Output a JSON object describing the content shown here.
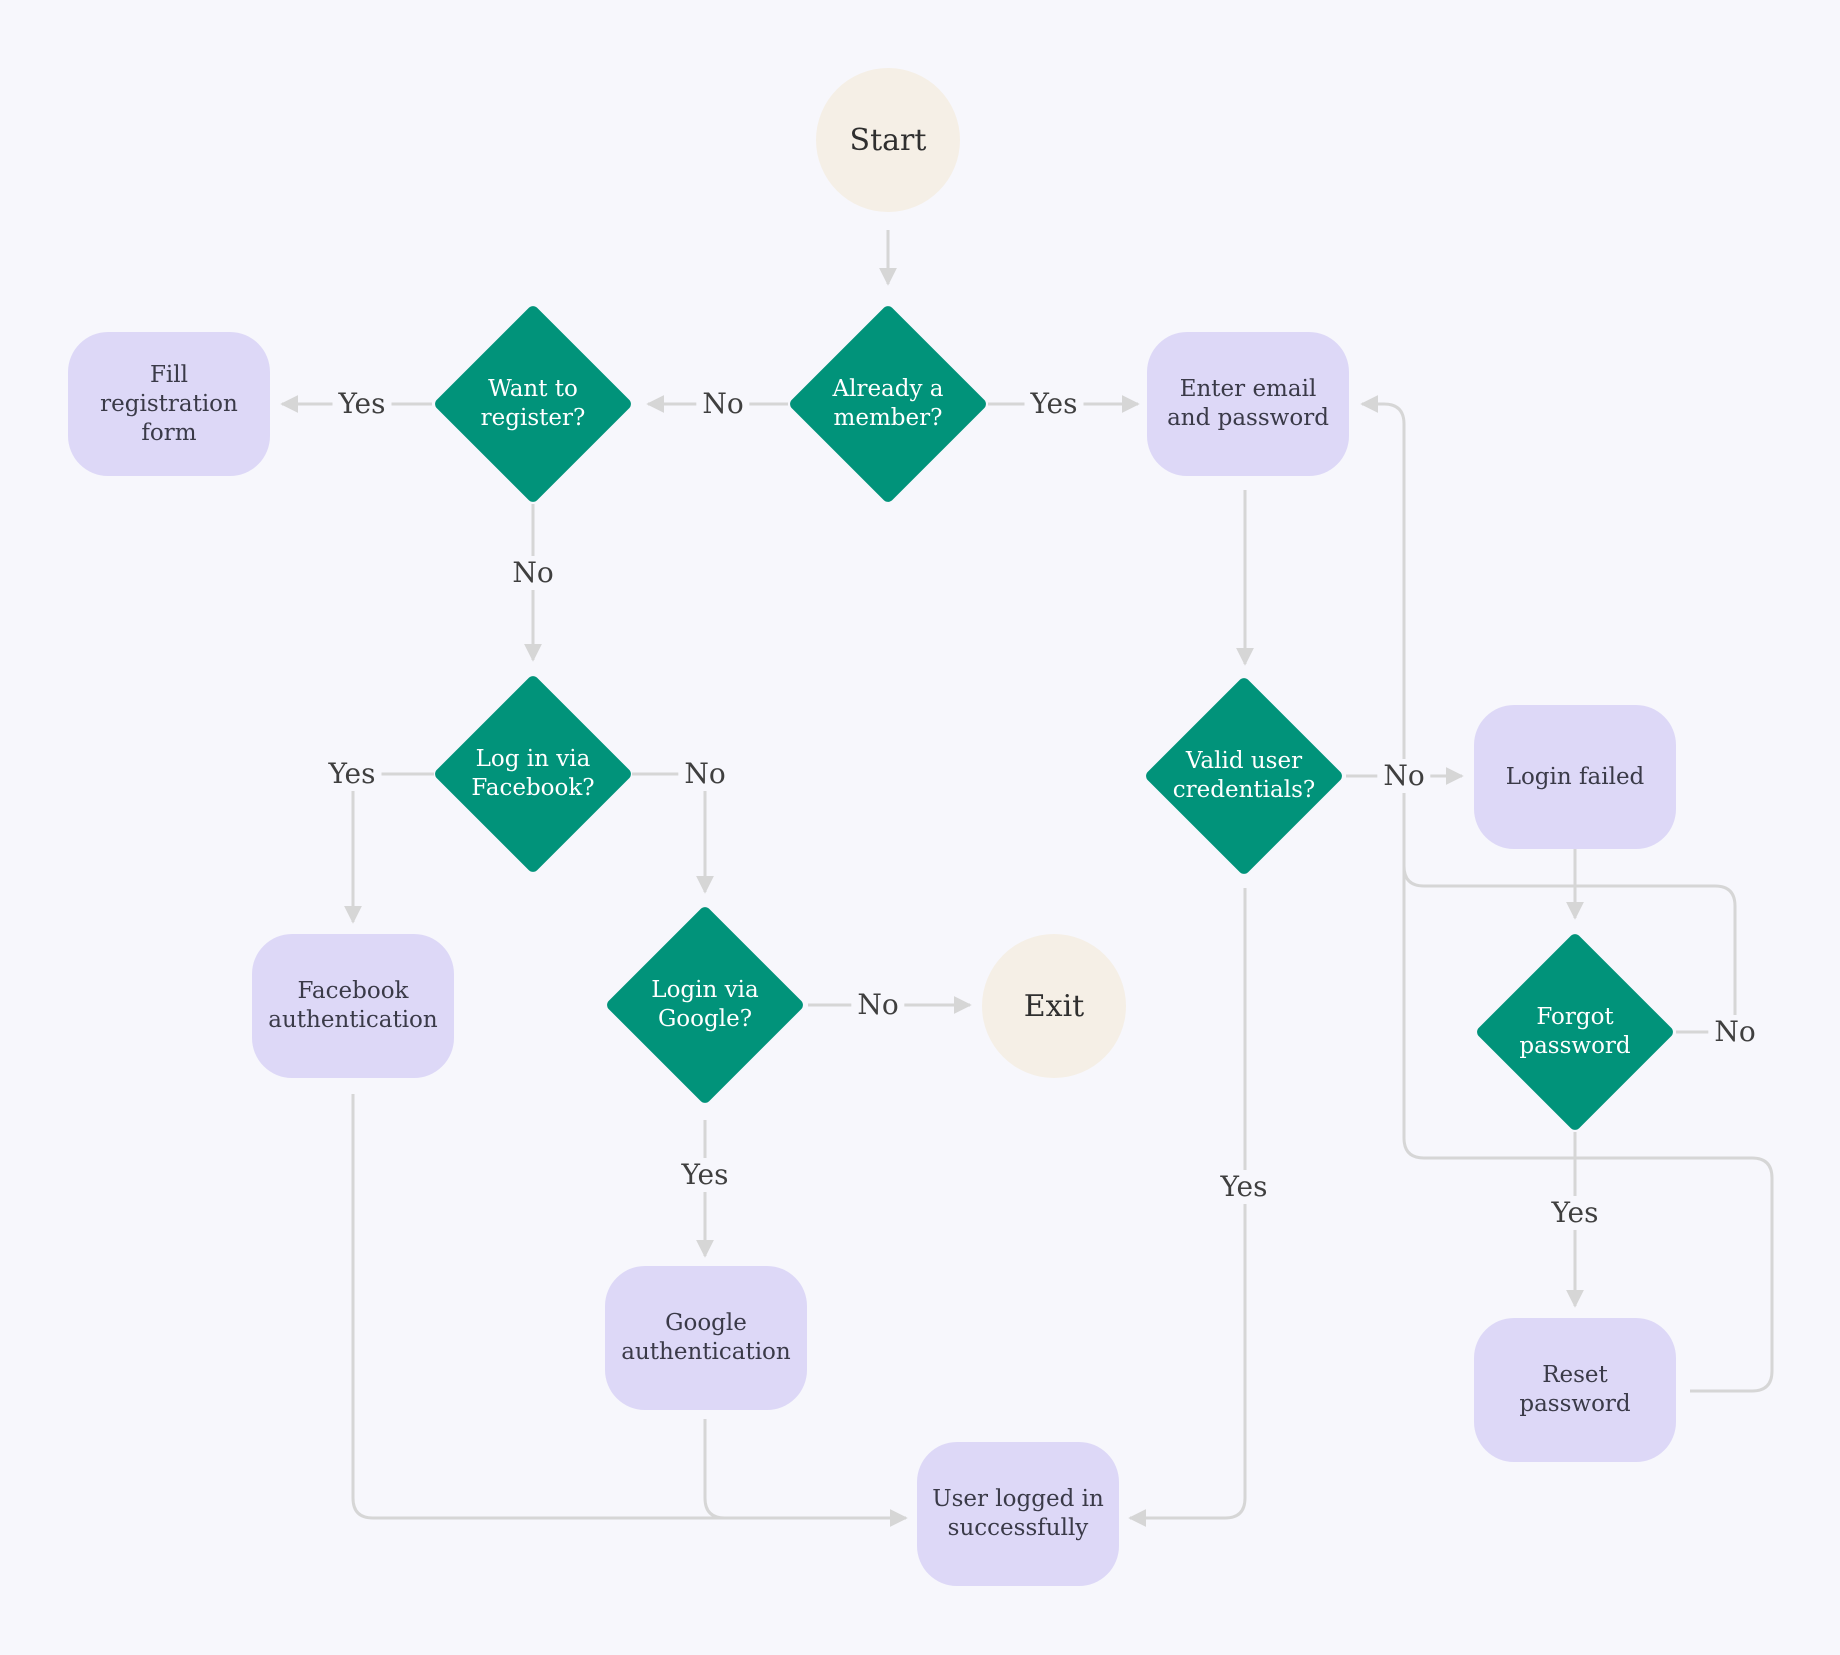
{
  "colors": {
    "background": "#f7f7fc",
    "terminal_fill": "#f5efe6",
    "process_fill": "#ddd8f7",
    "decision_fill": "#01937a",
    "connector": "#d6d6d6"
  },
  "nodes": {
    "start": {
      "label": "Start",
      "kind": "terminal"
    },
    "already_member": {
      "label": "Already a\nmember?",
      "kind": "decision"
    },
    "want_register": {
      "label": "Want to\nregister?",
      "kind": "decision"
    },
    "fill_registration": {
      "label": "Fill\nregistration\nform",
      "kind": "process"
    },
    "enter_email": {
      "label": "Enter email\nand password",
      "kind": "process"
    },
    "login_facebook": {
      "label": "Log in via\nFacebook?",
      "kind": "decision"
    },
    "facebook_auth": {
      "label": "Facebook\nauthentication",
      "kind": "process"
    },
    "login_google": {
      "label": "Login via\nGoogle?",
      "kind": "decision"
    },
    "exit": {
      "label": "Exit",
      "kind": "terminal"
    },
    "google_auth": {
      "label": "Google\nauthentication",
      "kind": "process"
    },
    "valid_credentials": {
      "label": "Valid user\ncredentials?",
      "kind": "decision"
    },
    "login_failed": {
      "label": "Login failed",
      "kind": "process"
    },
    "forgot_password": {
      "label": "Forgot\npassword",
      "kind": "decision"
    },
    "reset_password": {
      "label": "Reset\npassword",
      "kind": "process"
    },
    "logged_in": {
      "label": "User logged in\nsuccessfully",
      "kind": "process"
    }
  },
  "edge_labels": {
    "member_no": "No",
    "member_yes": "Yes",
    "register_yes": "Yes",
    "register_no": "No",
    "facebook_yes": "Yes",
    "facebook_no": "No",
    "google_no": "No",
    "google_yes": "Yes",
    "credentials_no": "No",
    "credentials_yes": "Yes",
    "forgot_no": "No",
    "forgot_yes": "Yes"
  }
}
